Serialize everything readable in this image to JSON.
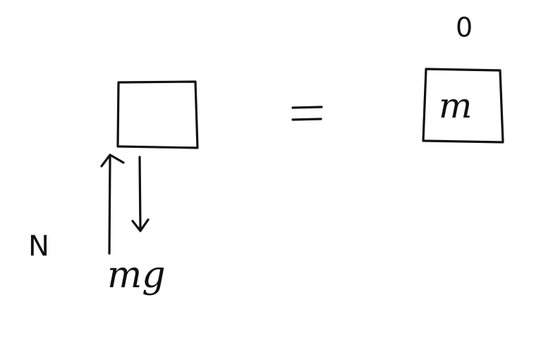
{
  "left_side": {
    "normal_force_label": "N",
    "weight_label": "mg"
  },
  "equals_sign": "=",
  "right_side": {
    "mass_label": "m",
    "acceleration_label": "0"
  }
}
